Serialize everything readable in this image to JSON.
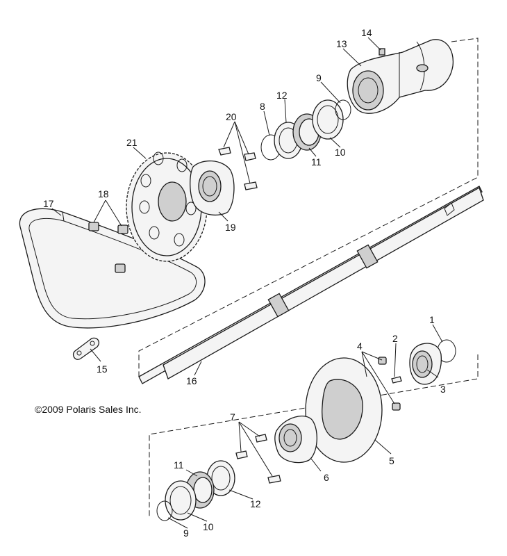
{
  "copyright": "©2009 Polaris Sales Inc.",
  "callouts": {
    "c1": "1",
    "c2": "2",
    "c3": "3",
    "c4": "4",
    "c5": "5",
    "c6": "6",
    "c7": "7",
    "c8": "8",
    "c9_top": "9",
    "c10_top": "10",
    "c11_top": "11",
    "c12_top": "12",
    "c13": "13",
    "c14": "14",
    "c15": "15",
    "c16": "16",
    "c17": "17",
    "c18": "18",
    "c19": "19",
    "c20": "20",
    "c21": "21",
    "c9_bottom": "9",
    "c10_bottom": "10",
    "c11_bottom": "11",
    "c12_bottom": "12"
  }
}
